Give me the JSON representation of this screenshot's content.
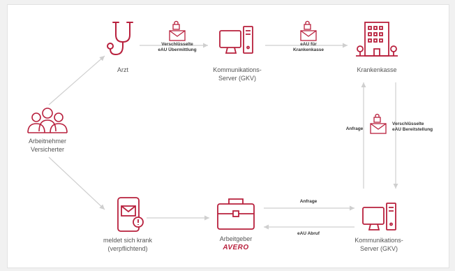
{
  "nodes": {
    "arzt": "Arzt",
    "server_top": [
      "Kommunikations-",
      "Server (GKV)"
    ],
    "krankenkasse": "Krankenkasse",
    "arbeitnehmer": [
      "Arbeitnehmer",
      "Versicherter"
    ],
    "meldet": [
      "meldet sich krank",
      "(verpflichtend)"
    ],
    "arbeitgeber": "Arbeitgeber",
    "arbeitgeber_brand": "AVERO",
    "server_bottom": [
      "Kommunikations-",
      "Server (GKV)"
    ]
  },
  "edges": {
    "arzt_server": [
      "Verschlüsselte",
      "eAU Übermittlung"
    ],
    "server_kasse": [
      "eAU für",
      "Krankenkasse"
    ],
    "anfrage_vertical": "Anfrage",
    "bereitstellung": [
      "Verschlüsselte",
      "eAU Bereitstellung"
    ],
    "anfrage_bottom": "Anfrage",
    "eau_abruf": "eAU Abruf"
  },
  "colors": {
    "accent": "#b8203d",
    "arrow": "#cfcfcf"
  },
  "icons": [
    "stethoscope-icon",
    "computer-server-icon",
    "office-building-icon",
    "employees-group-icon",
    "smartphone-mail-icon",
    "briefcase-icon",
    "encrypted-mail-icon"
  ]
}
